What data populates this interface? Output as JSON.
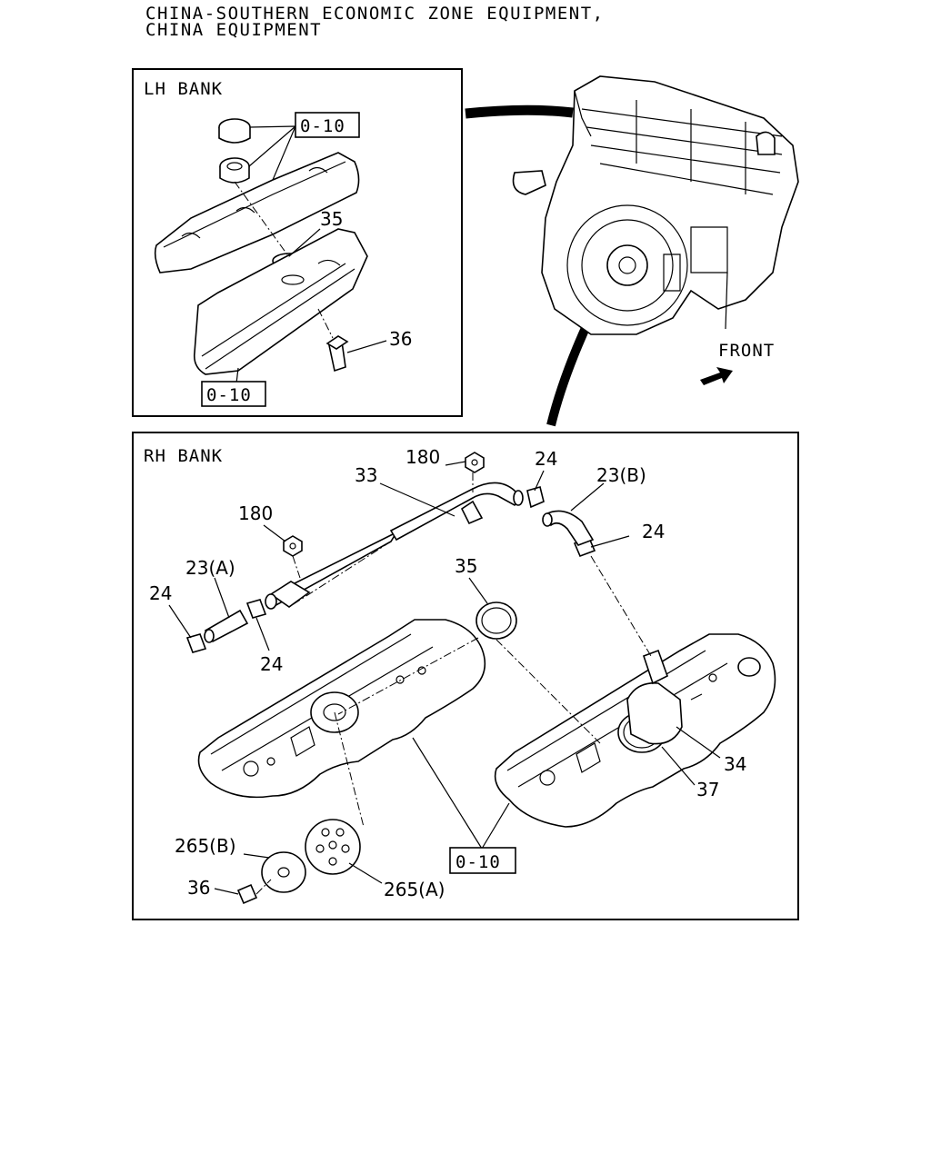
{
  "header": {
    "line1": "CHINA-SOUTHERN ECONOMIC ZONE EQUIPMENT,",
    "line2": "CHINA EQUIPMENT"
  },
  "lh_bank": {
    "title": "LH BANK",
    "ref_top": "0-10",
    "ref_bottom": "0-10",
    "labels": {
      "oring": "35",
      "bolt": "36"
    }
  },
  "engine": {
    "front": "FRONT"
  },
  "rh_bank": {
    "title": "RH BANK",
    "ref": "0-10",
    "labels": {
      "nut_top": "180",
      "pipe": "33",
      "clip_top": "24",
      "hose_b": "23(B)",
      "clip_right": "24",
      "nut_left": "180",
      "hose_a": "23(A)",
      "clip_far_left": "24",
      "clip_left_bottom": "24",
      "oring": "35",
      "valve": "34",
      "valve_gasket": "37",
      "cap_b": "265(B)",
      "bolt": "36",
      "cap_a": "265(A)"
    }
  }
}
